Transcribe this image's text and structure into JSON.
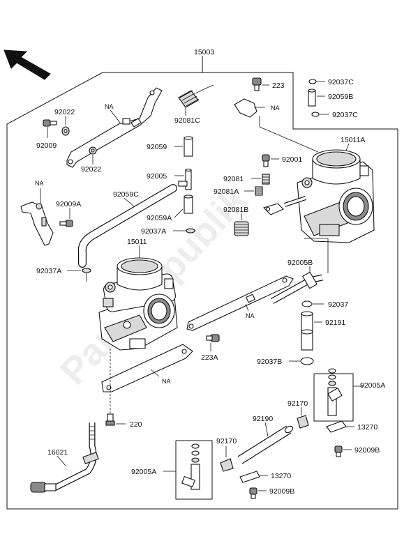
{
  "watermark": "PartsRepublik",
  "labels": {
    "assembly": "15003",
    "p223": "223",
    "na_top_right": "NA",
    "p92037C_a": "92037C",
    "p92059B": "92059B",
    "p92037C_b": "92037C",
    "p15011A": "15011A",
    "na_top_left": "NA",
    "p92022_a": "92022",
    "p92081C": "92081C",
    "p92009": "92009",
    "p92022_b": "92022",
    "p92059": "92059",
    "p92005": "92005",
    "p92001": "92001",
    "p92081": "92081",
    "p92081A": "92081A",
    "na_left": "NA",
    "p92059C": "92059C",
    "p92009A": "92009A",
    "p92081B": "92081B",
    "p92059A": "92059A",
    "p92037A_a": "92037A",
    "p15011": "15011",
    "p92037A_b": "92037A",
    "p92005B": "92005B",
    "p92037": "92037",
    "na_mid": "NA",
    "p92191": "92191",
    "p223A": "223A",
    "p92037B": "92037B",
    "na_bottom": "NA",
    "p92005A_a": "92005A",
    "p92170_a": "92170",
    "p92190": "92190",
    "p220": "220",
    "p13270_a": "13270",
    "p16021": "16021",
    "p92170_b": "92170",
    "p92009B_a": "92009B",
    "p92005A_b": "92005A",
    "p13270_b": "13270",
    "p92009B_b": "92009B"
  },
  "colors": {
    "line": "#111111",
    "fill_light": "#d9d9d9",
    "fill_dark": "#8a8a8a",
    "background": "#ffffff"
  },
  "icons": {
    "front_indicator": "direction-arrow-icon"
  }
}
